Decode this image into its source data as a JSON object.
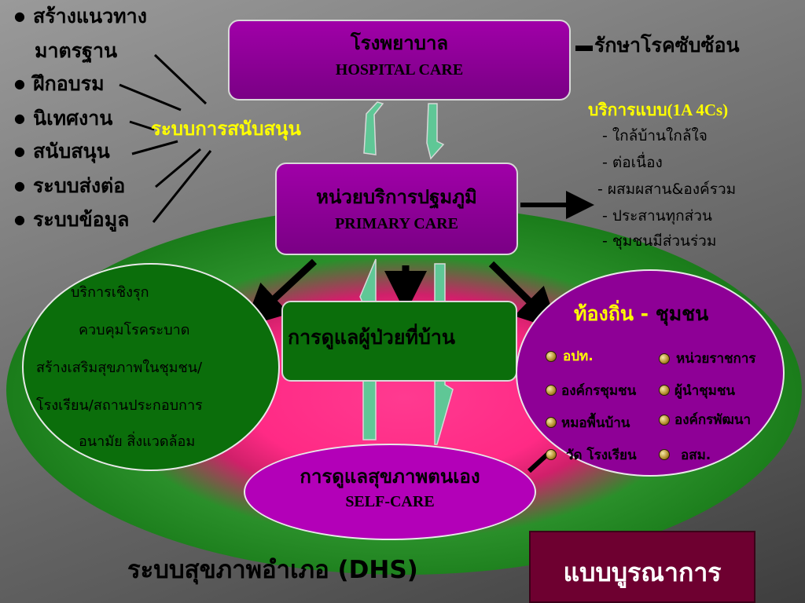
{
  "left_list": [
    "สร้างแนวทาง",
    "มาตรฐาน",
    "ฝึกอบรม",
    "นิเทศงาน",
    "สนับสนุน",
    "ระบบส่งต่อ",
    "ระบบข้อมูล"
  ],
  "support_label": "ระบบการสนับสนุน",
  "hospital": {
    "thai": "โรงพยาบาล",
    "english": "HOSPITAL  CARE"
  },
  "hospital_note": "รักษาโรคซับซ้อน",
  "primary": {
    "thai": "หน่วยบริการปฐมภูมิ",
    "english": "PRIMARY  CARE"
  },
  "service_model": {
    "title": "บริการแบบ(1A 4Cs)",
    "items": [
      "-  ใกล้บ้านใกล้ใจ",
      "-  ต่อเนื่อง",
      "-  ผสมผสาน&องค์รวม",
      "-  ประสานทุกส่วน",
      "-  ชุมชนมีส่วนร่วม"
    ]
  },
  "proactive": {
    "lines": [
      "บริการเชิงรุก",
      "ควบคุมโรคระบาด",
      "สร้างเสริมสุขภาพในชุมชน/",
      "โรงเรียน/สถานประกอบการ",
      "อนามัย  สิ่งแวดล้อม"
    ]
  },
  "home_care": "การดูแลผู้ป่วยที่บ้าน",
  "community": {
    "title_a": "ท้องถิ่น",
    "title_sep": " - ",
    "title_b": "ชุมชน",
    "items": [
      "อปท.",
      "หน่วยราชการ",
      "องค์กรชุมชน",
      "ผู้นำชุมชน",
      "หมอพื้นบ้าน",
      "องค์กรพัฒนา",
      "วัด  โรงเรียน",
      "อสม."
    ]
  },
  "self_care": {
    "thai": "การดูแลสุขภาพตนเอง",
    "english": "SELF-CARE"
  },
  "dhs_label": "ระบบสุขภาพอำเภอ (DHS)",
  "integration_label": "แบบบูรณาการ",
  "colors": {
    "ellipse_green": "#1f8a1f",
    "center_pink": "#ff2e8a",
    "purple": "#8e0096",
    "circle_green": "#0b6e0b",
    "support_yellow": "#ffff00",
    "integration_bg": "#6e0030"
  }
}
